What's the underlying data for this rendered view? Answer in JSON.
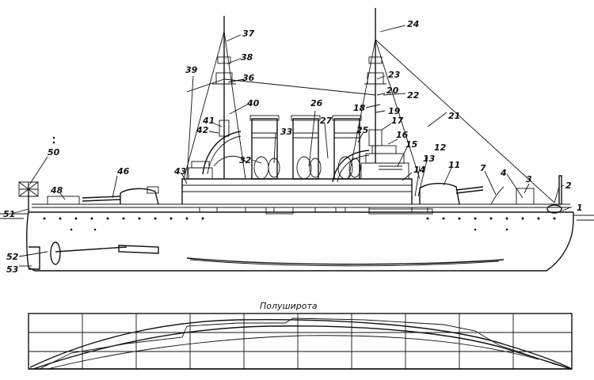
{
  "plan": {
    "title": "Полуширота"
  },
  "callouts": [
    {
      "id": "1",
      "text": "1"
    },
    {
      "id": "2",
      "text": "2"
    },
    {
      "id": "3",
      "text": "3"
    },
    {
      "id": "4",
      "text": "4"
    },
    {
      "id": "7",
      "text": "7"
    },
    {
      "id": "11",
      "text": "11"
    },
    {
      "id": "12",
      "text": "12"
    },
    {
      "id": "13",
      "text": "13"
    },
    {
      "id": "14",
      "text": "14"
    },
    {
      "id": "15",
      "text": "15"
    },
    {
      "id": "16",
      "text": "16"
    },
    {
      "id": "17",
      "text": "17"
    },
    {
      "id": "18",
      "text": "18"
    },
    {
      "id": "19",
      "text": "19"
    },
    {
      "id": "20",
      "text": "20"
    },
    {
      "id": "21",
      "text": "21"
    },
    {
      "id": "22",
      "text": "22"
    },
    {
      "id": "23",
      "text": "23"
    },
    {
      "id": "24",
      "text": "24"
    },
    {
      "id": "25",
      "text": "25"
    },
    {
      "id": "26",
      "text": "26"
    },
    {
      "id": "27",
      "text": "27"
    },
    {
      "id": "32",
      "text": "32"
    },
    {
      "id": "33",
      "text": "33"
    },
    {
      "id": "36",
      "text": "36"
    },
    {
      "id": "37",
      "text": "37"
    },
    {
      "id": "38",
      "text": "38"
    },
    {
      "id": "39",
      "text": "39"
    },
    {
      "id": "40",
      "text": "40"
    },
    {
      "id": "41",
      "text": "41"
    },
    {
      "id": "42",
      "text": "42"
    },
    {
      "id": "43",
      "text": "43"
    },
    {
      "id": "46",
      "text": "46"
    },
    {
      "id": "48",
      "text": "48"
    },
    {
      "id": "50",
      "text": "50"
    },
    {
      "id": "51",
      "text": "51"
    },
    {
      "id": "52",
      "text": "52"
    },
    {
      "id": "53",
      "text": "53"
    }
  ]
}
